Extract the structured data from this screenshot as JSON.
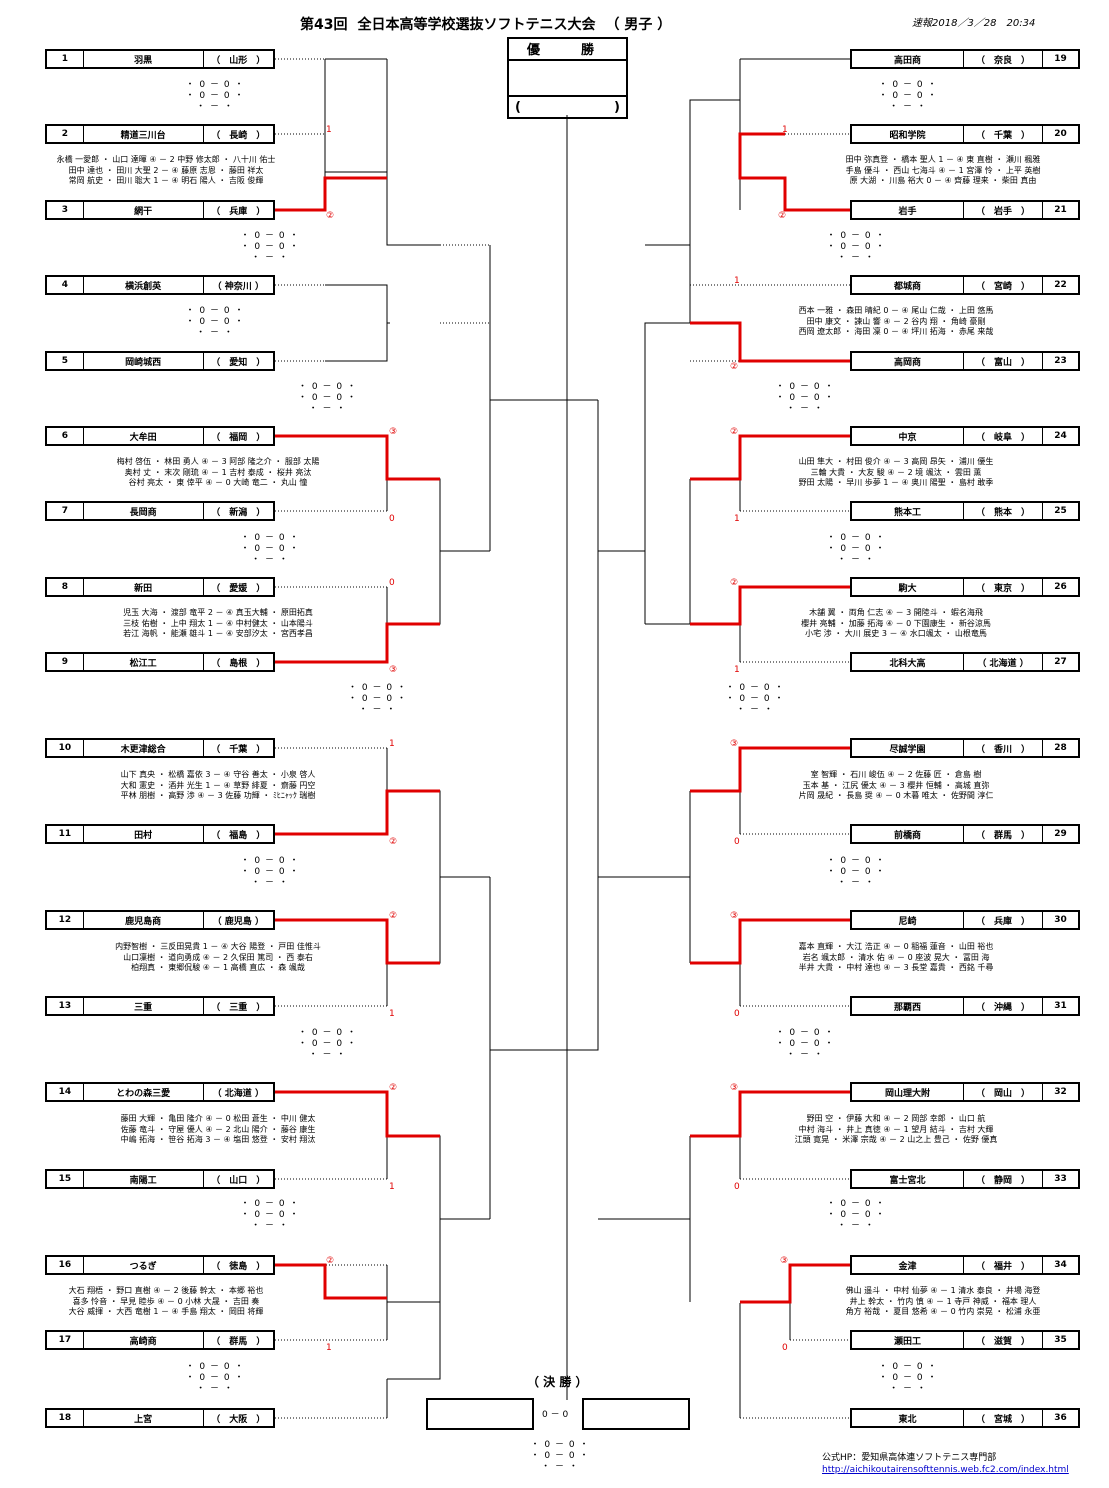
{
  "header": {
    "title_num": "第43回",
    "title_main": "全日本高等学校選抜ソフトテニス大会",
    "title_div": "（ 男子 ）",
    "bulletin": "速報2018／3／28　20:34"
  },
  "champion": {
    "label": "優　勝",
    "team": "",
    "paren_open": "(",
    "paren_close": ")"
  },
  "final": {
    "label": "（ 決 勝 ）",
    "score": "0 － 0",
    "lines": [
      "0 － 0",
      "0 － 0",
      "－"
    ]
  },
  "footer": {
    "line1": "公式HP：愛知県高体連ソフトテニス専門部",
    "url": "http://aichikoutairensofttennis.web.fc2.com/index.html"
  },
  "teams_left": [
    {
      "no": "1",
      "name": "羽黒",
      "pref": "（　山形　）"
    },
    {
      "no": "2",
      "name": "精道三川台",
      "pref": "（　長崎　）"
    },
    {
      "no": "3",
      "name": "網干",
      "pref": "（　兵庫　）"
    },
    {
      "no": "4",
      "name": "横浜創英",
      "pref": "（ 神奈川 ）"
    },
    {
      "no": "5",
      "name": "岡崎城西",
      "pref": "（　愛知　）"
    },
    {
      "no": "6",
      "name": "大牟田",
      "pref": "（　福岡　）"
    },
    {
      "no": "7",
      "name": "長岡商",
      "pref": "（　新潟　）"
    },
    {
      "no": "8",
      "name": "新田",
      "pref": "（　愛媛　）"
    },
    {
      "no": "9",
      "name": "松江工",
      "pref": "（　島根　）"
    },
    {
      "no": "10",
      "name": "木更津総合",
      "pref": "（　千葉　）"
    },
    {
      "no": "11",
      "name": "田村",
      "pref": "（　福島　）"
    },
    {
      "no": "12",
      "name": "鹿児島商",
      "pref": "（ 鹿児島 ）"
    },
    {
      "no": "13",
      "name": "三重",
      "pref": "（　三重　）"
    },
    {
      "no": "14",
      "name": "とわの森三愛",
      "pref": "（ 北海道 ）"
    },
    {
      "no": "15",
      "name": "南陽工",
      "pref": "（　山口　）"
    },
    {
      "no": "16",
      "name": "つるぎ",
      "pref": "（　徳島　）"
    },
    {
      "no": "17",
      "name": "高崎商",
      "pref": "（　群馬　）"
    },
    {
      "no": "18",
      "name": "上宮",
      "pref": "（　大阪　）"
    }
  ],
  "teams_right": [
    {
      "no": "19",
      "name": "高田商",
      "pref": "（　奈良　）"
    },
    {
      "no": "20",
      "name": "昭和学院",
      "pref": "（　千葉　）"
    },
    {
      "no": "21",
      "name": "岩手",
      "pref": "（　岩手　）"
    },
    {
      "no": "22",
      "name": "都城商",
      "pref": "（　宮崎　）"
    },
    {
      "no": "23",
      "name": "高岡商",
      "pref": "（　富山　）"
    },
    {
      "no": "24",
      "name": "中京",
      "pref": "（　岐阜　）"
    },
    {
      "no": "25",
      "name": "熊本工",
      "pref": "（　熊本　）"
    },
    {
      "no": "26",
      "name": "駒大",
      "pref": "（　東京　）"
    },
    {
      "no": "27",
      "name": "北科大高",
      "pref": "（ 北海道 ）"
    },
    {
      "no": "28",
      "name": "尽誠学園",
      "pref": "（　香川　）"
    },
    {
      "no": "29",
      "name": "前橋商",
      "pref": "（　群馬　）"
    },
    {
      "no": "30",
      "name": "尼崎",
      "pref": "（　兵庫　）"
    },
    {
      "no": "31",
      "name": "那覇西",
      "pref": "（　沖縄　）"
    },
    {
      "no": "32",
      "name": "岡山理大附",
      "pref": "（　岡山　）"
    },
    {
      "no": "33",
      "name": "富士宮北",
      "pref": "（　静岡　）"
    },
    {
      "no": "34",
      "name": "金津",
      "pref": "（　福井　）"
    },
    {
      "no": "35",
      "name": "瀬田工",
      "pref": "（　滋賀　）"
    },
    {
      "no": "36",
      "name": "東北",
      "pref": "（　宮城　）"
    }
  ],
  "match_details": {
    "m2_3": [
      "永橋 一愛郎 ・ 山口 達暉 ④ － 2 中野 修太郎 ・ 八十川 佑士",
      "田中 達也 ・ 田川 大聖 2 － ④ 藤原 志恩 ・ 藤田 祥太",
      "常岡 航史 ・ 田川 聡大 1 － ④ 明石 陽人 ・ 吉阪 俊輝"
    ],
    "m6_7": [
      "梅村 啓伍 ・ 林田 勇人 ④ － 3 阿部 隆之介 ・ 服部 太陽",
      "奥村 丈 ・ 末次 剛琉 ④ － 1 吉村 泰成 ・ 桜井 亮汰",
      "谷村 亮太 ・ 東 倖平 ④ － 0 大崎 竜二 ・ 丸山 憧"
    ],
    "m8_9": [
      "児玉 大海 ・ 渡部 竜平 2 － ④ 真玉大輔 ・ 原田拓真",
      "三枝 佑樹 ・ 上中 翔太 1 － ④ 中村健太 ・ 山本陽斗",
      "若江 海帆 ・ 能瀬 雄斗 1 － ④ 安部汐太 ・ 宮西孝昌"
    ],
    "m10_11": [
      "山下 真央 ・ 松橋 嘉依 3 － ④ 守谷 善太 ・ 小泉 啓人",
      "大和 憲史 ・ 酒井 光生 1 － ④ 草野 緋夏 ・ 齋藤 円空",
      "平林 朋樹 ・ 高野 渉 ④ － 3 佐藤 功輝 ・ ﾐﾋﾆｬｯｸ 瑞樹"
    ],
    "m12_13": [
      "内野智樹 ・ 三反田晃貴 1 － ④ 大谷 陽登 ・ 戸田 佳惟斗",
      "山口凜樹 ・ 道向勇成 ④ － 2 久保田 篤司 ・ 西 泰右",
      "柏翔真 ・ 東郷侃駿 ④ － 1 高橋 直広 ・ 森 颯哉"
    ],
    "m14_15": [
      "藤田 大輝 ・ 亀田 隆介 ④ － 0 松田 蒼生 ・ 中川 健太",
      "佐藤 竜斗 ・ 守屋 優人 ④ － 2 北山 陽介 ・ 藤谷 康生",
      "中嶋 拓海 ・ 笹谷 拓海 3 － ④ 塩田 悠登 ・ 安村 翔汰"
    ],
    "m16_17": [
      "大石 翔梧 ・ 野口 直樹 ④ － 2 後藤 幹太 ・ 本郷 裕也",
      "喜多 怜音 ・ 早見 睦歩 ④ － 0 小林 大晟 ・ 吉田 奏",
      "大谷 威揮 ・ 大西 竜樹 1 － ④ 手島 翔太 ・ 岡田 将輝"
    ],
    "m20_21": [
      "田中 弥真登 ・ 橋本 聖人 1 － ④ 東 直樹 ・ 瀬川 楓雅",
      "手島 優斗 ・ 西山 七海斗 ④ － 1 宮澤 怜 ・ 上平 英樹",
      "原 大湖 ・ 川島 裕大 0 － ④ 齊藤 理来 ・ 柴田 真由"
    ],
    "m22_23": [
      "西本 一雅 ・ 森田 晴紀 0 － ④ 尾山 仁哉 ・ 上田 悠馬",
      "田中 康文 ・ 諫山 響 ④ － 2 谷内 翔 ・ 角崎 豪剛",
      "西岡 遼太郎 ・ 海田 凜 0 － ④ 坪川 拓海 ・ 赤尾 来哉"
    ],
    "m24_25": [
      "山田 隼大 ・ 村田 俊介 ④ － 3 高岡 昂矢 ・ 浦川 優生",
      "三輪 大貴 ・ 大友 駿 ④ － 2 境 颯汰 ・ 雲田 薫",
      "野田 太陽 ・ 早川 歩夢 1 － ④ 奥川 陽聖 ・ 島村 敢季"
    ],
    "m26_27": [
      "木舗 翼 ・ 両角 仁志 ④ － 3 開陸斗 ・ 蝦名海飛",
      "櫻井 亮輔 ・ 加藤 拓海 ④ － 0 下園康生 ・ 新谷涼馬",
      "小宅 渉 ・ 大川 展史 3 － ④ 水口颯太 ・ 山根竜馬"
    ],
    "m28_29": [
      "室 智輝 ・ 石川 峻伍 ④ － 2 佐藤 匠 ・ 倉島 樹",
      "玉本 基 ・ 江尻 優太 ④ － 3 櫻井 恒輔 ・ 高城 直弥",
      "片岡 晟紀 ・ 長島 奨 ④ － 0 木暮 唯太 ・ 佐野間 淳仁"
    ],
    "m30_31": [
      "嘉本 直輝 ・ 大江 浩正 ④ － 0 稲福 蓮音 ・ 山田 裕也",
      "岩名 颯太郎 ・ 清水 佑 ④ － 0 座波 晃大 ・ 冨田 海",
      "半井 大貴 ・ 中村 達也 ④ － 3 長堂 嘉貴 ・ 西銘 千尋"
    ],
    "m32_33": [
      "野田 空 ・ 伊藤 大和 ④ － 2 岡部 幸郎 ・ 山口 航",
      "中村 海斗 ・ 井上 真徳 ④ － 1 望月 結斗 ・ 吉村 大輝",
      "江頭 寛晃 ・ 米澤 宗哉 ④ － 2 山之上 豊己 ・ 佐野 優真"
    ],
    "m34_35": [
      "佛山 遥斗 ・ 中村 仙夢 ④ － 1 清水 泰良 ・ 井場 海登",
      "井上 幹太 ・ 竹内 慎 ④ － 1 寺戸 神威 ・ 福本 理人",
      "角方 裕哉 ・ 夏目 悠希 ④ － 0 竹内 崇晃 ・ 松浦 永亜"
    ]
  },
  "placeholder_match": [
    "・ 0 － 0 ・",
    "・ 0 － 0 ・",
    "・ － ・"
  ],
  "scores": {
    "l2": "1",
    "l3": "②",
    "l6": "③",
    "l7": "0",
    "l8": "0",
    "l9": "③",
    "l10": "1",
    "l11": "②",
    "l12": "②",
    "l13": "1",
    "l14": "②",
    "l15": "1",
    "l16": "②",
    "l17": "1",
    "r20": "1",
    "r21": "②",
    "r22": "1",
    "r23": "②",
    "r24": "②",
    "r25": "1",
    "r26": "②",
    "r27": "1",
    "r28": "③",
    "r29": "0",
    "r30": "③",
    "r31": "0",
    "r32": "③",
    "r33": "0",
    "r34": "③",
    "r35": "0"
  }
}
